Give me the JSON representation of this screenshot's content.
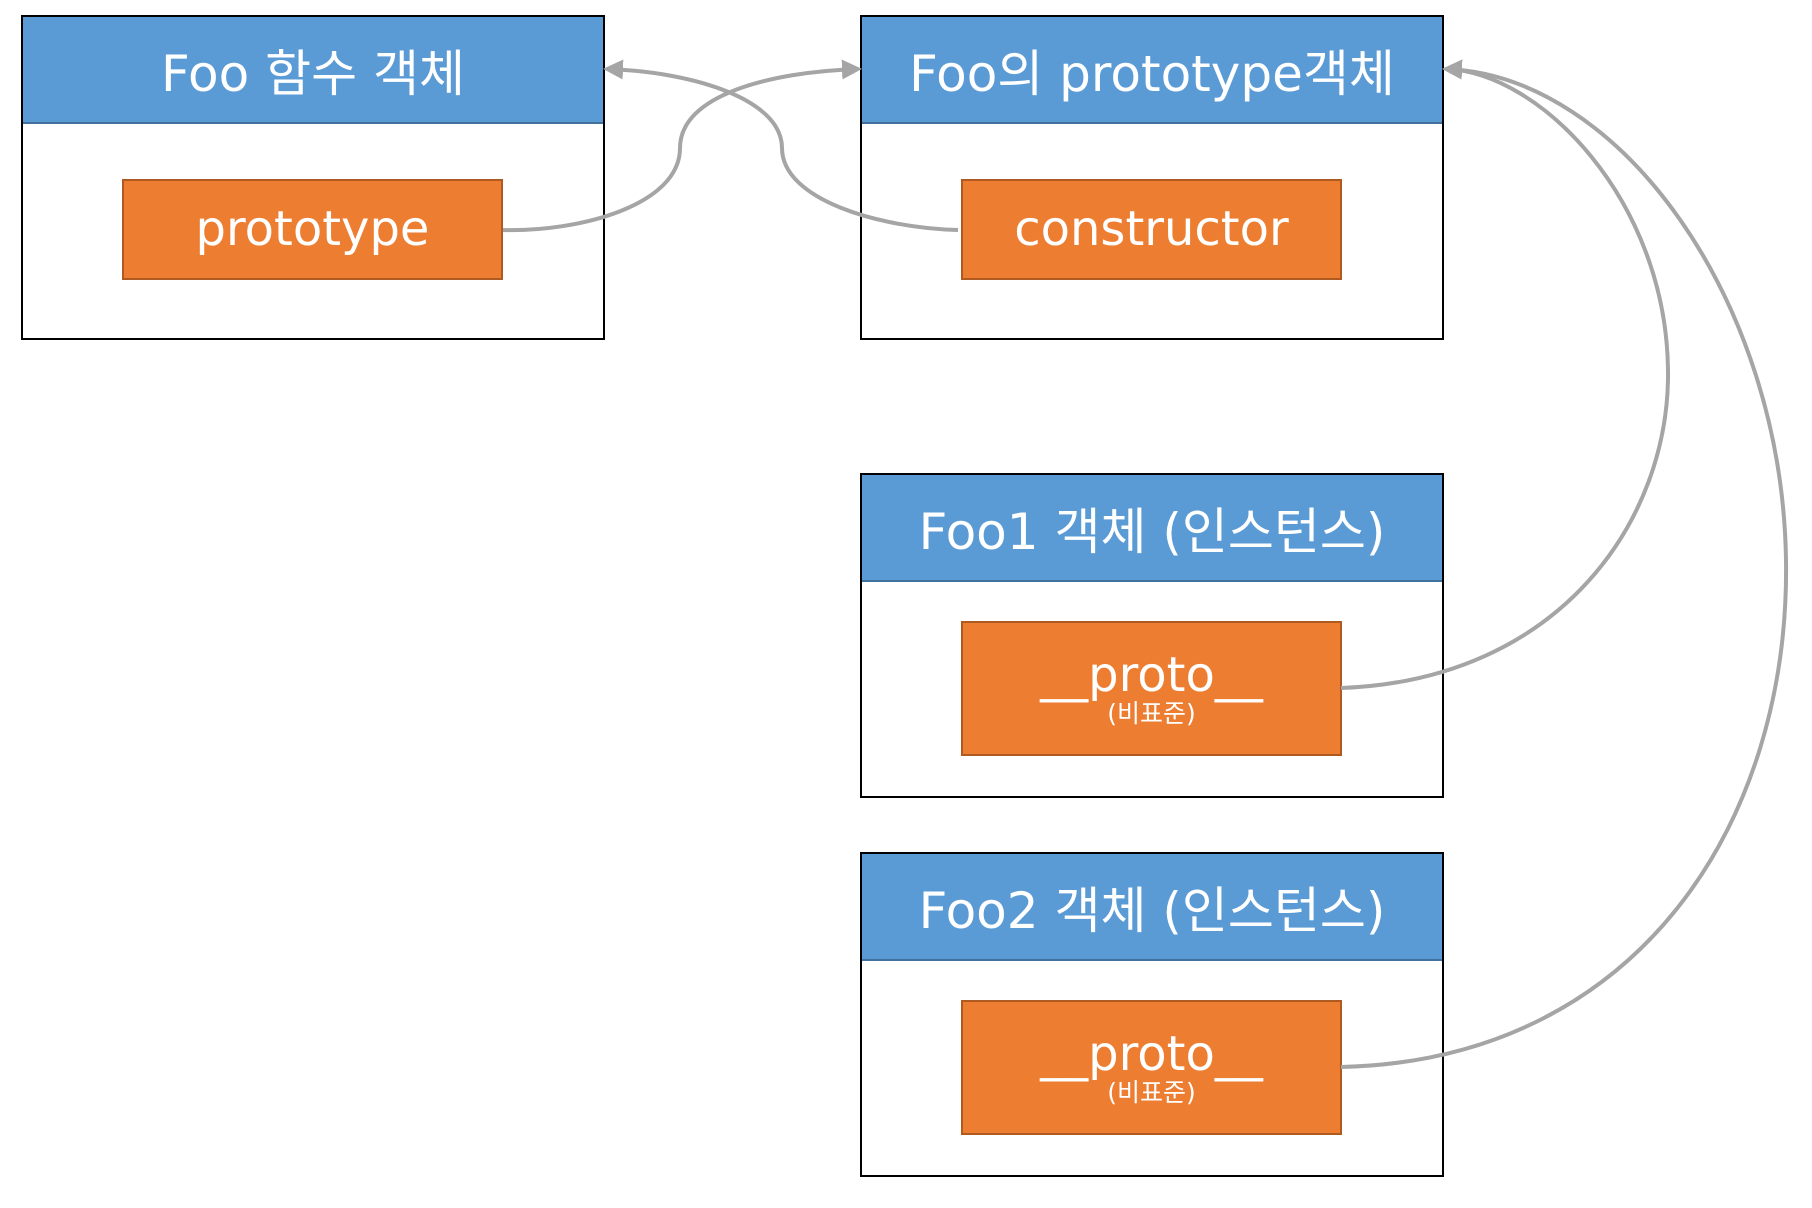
{
  "colors": {
    "header_fill": "#5b9bd5",
    "property_fill": "#ed7d31",
    "connector": "#a5a5a5",
    "box_border": "#000000"
  },
  "foo_function": {
    "title": "Foo 함수 객체",
    "property": "prototype"
  },
  "foo_prototype": {
    "title": "Foo의 prototype객체",
    "property": "constructor"
  },
  "foo1": {
    "title": "Foo1 객체 (인스턴스)",
    "property": "__proto__",
    "note": "(비표준)"
  },
  "foo2": {
    "title": "Foo2 객체 (인스턴스)",
    "property": "__proto__",
    "note": "(비표준)"
  }
}
